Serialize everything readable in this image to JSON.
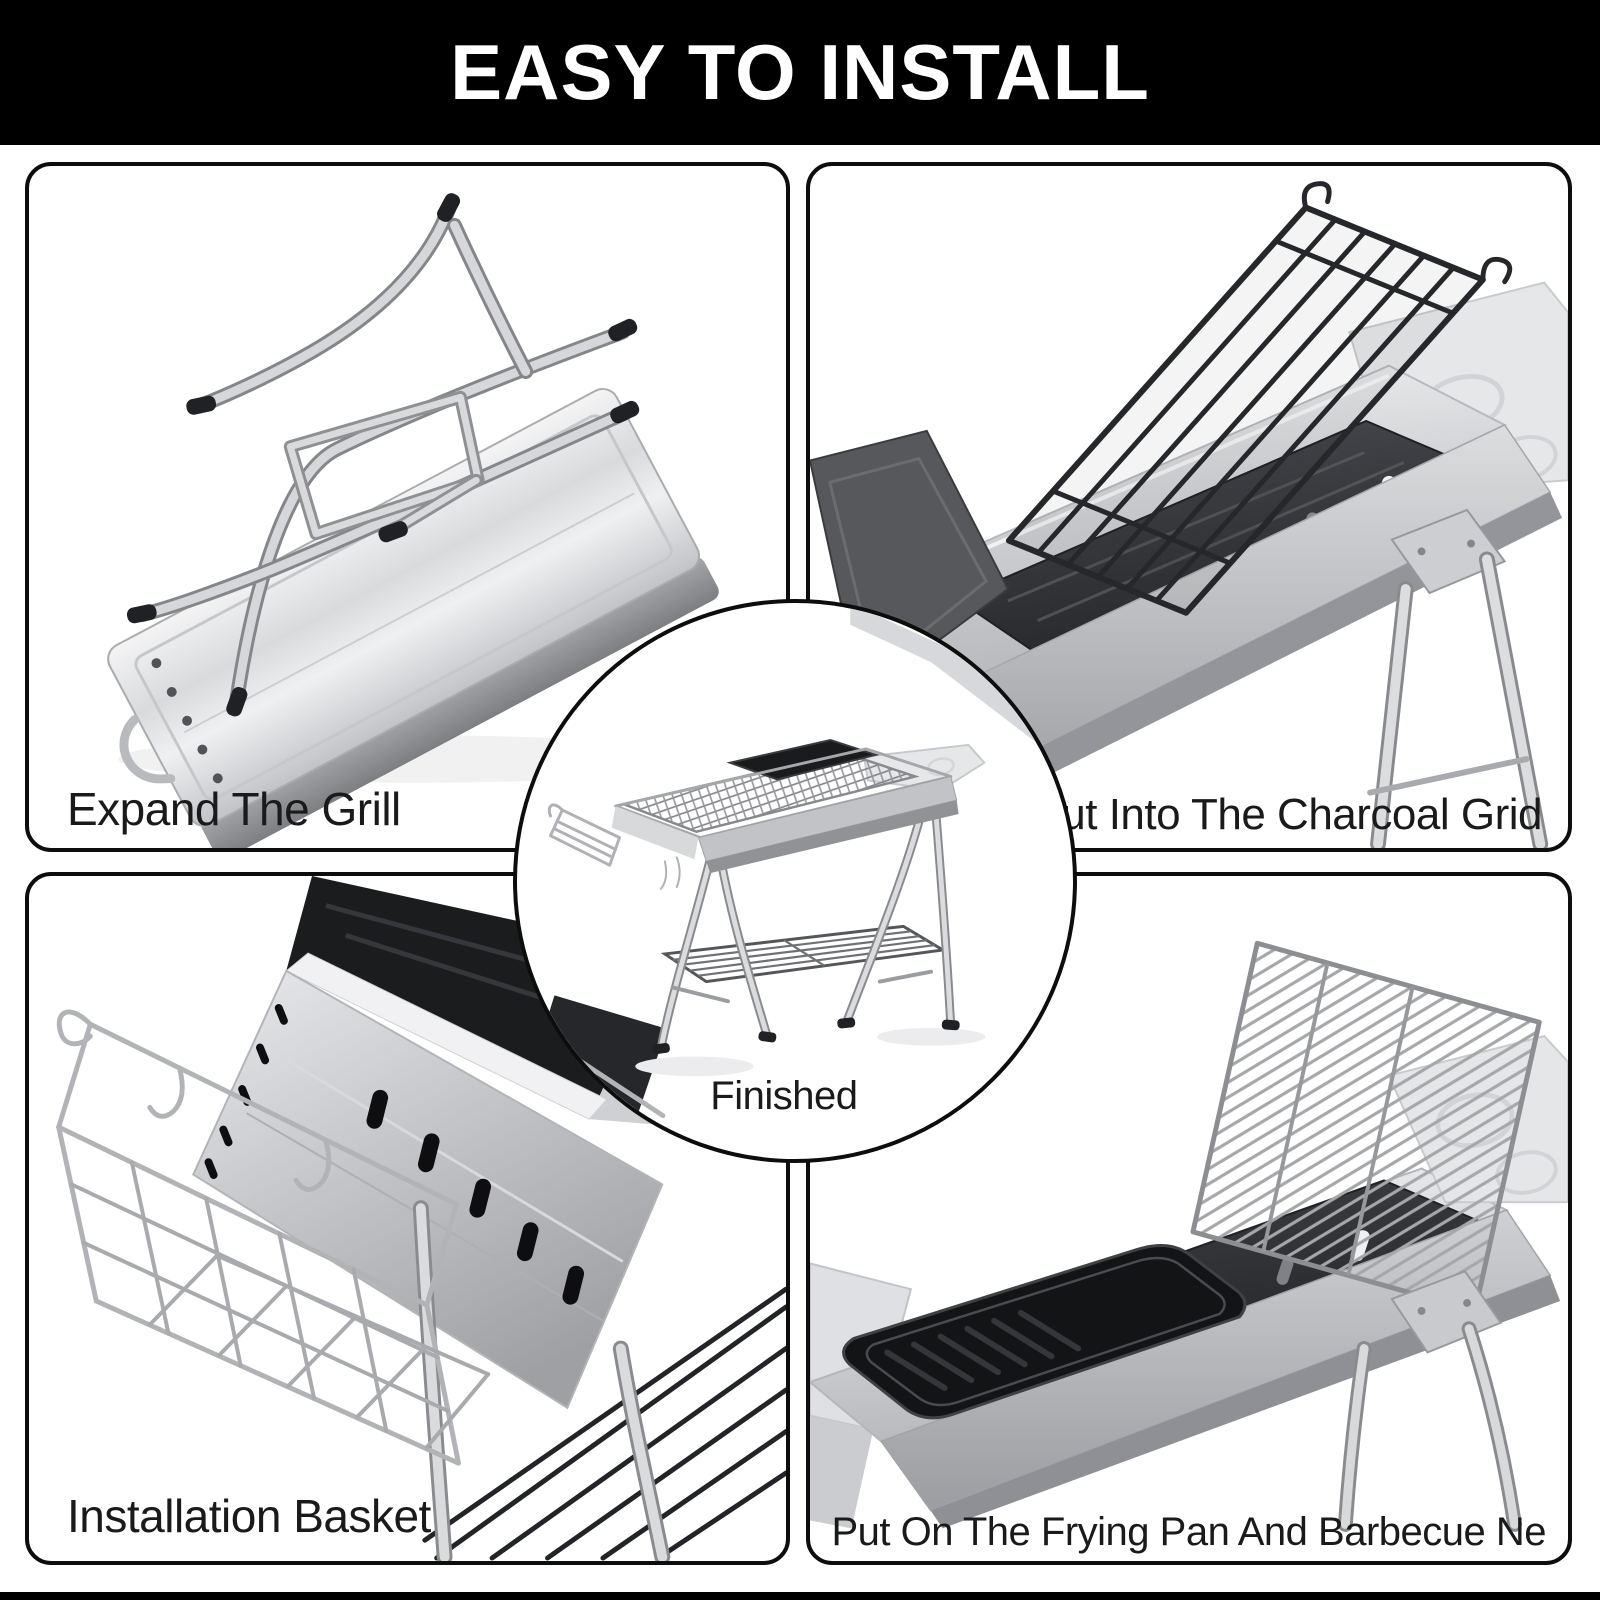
{
  "header": {
    "title": "EASY TO INSTALL"
  },
  "steps": [
    {
      "id": "expand",
      "position": "top-left",
      "caption": "Expand The Grill",
      "illustration": "folded-grill"
    },
    {
      "id": "charcoal",
      "position": "top-right",
      "caption": "Put Into The Charcoal Grid",
      "illustration": "charcoal-grid-inserted"
    },
    {
      "id": "basket",
      "position": "bottom-left",
      "caption": "Installation Basket",
      "illustration": "side-basket-installed"
    },
    {
      "id": "pan-net",
      "position": "bottom-right",
      "caption": "Put On The Frying Pan And Barbecue Ne",
      "illustration": "frying-pan-and-barbecue-net"
    }
  ],
  "center": {
    "caption": "Finished",
    "illustration": "assembled-grill"
  },
  "colors": {
    "background": "#ffffff",
    "header_bar": "#000000",
    "panel_border": "#0d0d0d",
    "caption_text": "#1a1a1a",
    "steel_light": "#f0f0f2",
    "steel_mid": "#c7c8cc",
    "steel_dark": "#8f9094",
    "charcoal_basin": "#2a2b2e",
    "black_part": "#17181a"
  }
}
